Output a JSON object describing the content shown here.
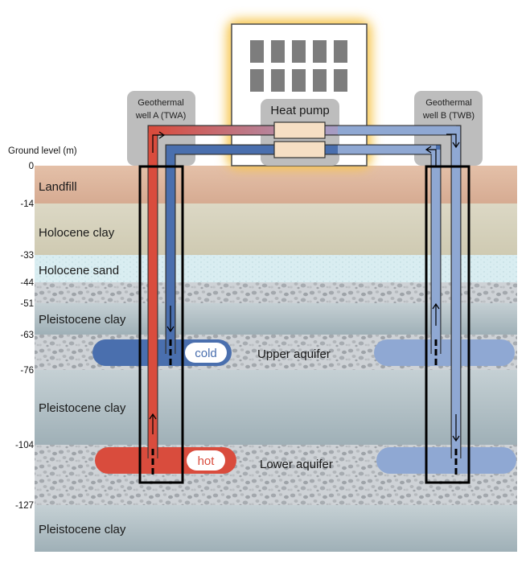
{
  "ground_level_label": "Ground level (m)",
  "depth_ticks": [
    "0",
    "-14",
    "-33",
    "-44",
    "-51",
    "-63",
    "-76",
    "-104",
    "-127"
  ],
  "layers": [
    "Landfill",
    "Holocene clay",
    "Holocene sand",
    "Pleistocene clay",
    "Pleistocene clay",
    "Pleistocene clay"
  ],
  "aquifers": {
    "upper": "Upper aquifer",
    "lower": "Lower aquifer"
  },
  "bubbles": {
    "cold": "cold",
    "hot": "hot"
  },
  "heat_pump": "Heat pump",
  "well_a": {
    "line1": "Geothermal",
    "line2": "well A (TWA)"
  },
  "well_b": {
    "line1": "Geothermal",
    "line2": "well B (TWB)"
  },
  "colors": {
    "landfill": "#e0b9a1",
    "holocene_clay": "#d8d4c0",
    "holocene_sand": "#d7ecf0",
    "gravel": "#c9cdd2",
    "pleistocene_clay": "#b4c1c6",
    "hot": "#d94c3d",
    "cold": "#4a6fae",
    "light_blue": "#8fa8d3",
    "well_box": "#bdbdbd",
    "glow": "#f7c548"
  }
}
